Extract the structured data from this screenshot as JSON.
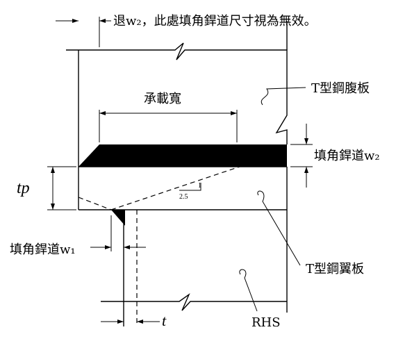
{
  "labels": {
    "setback_note": "退w₂，此處填角銲道尺寸視為無效。",
    "bearing_width": "承載寬",
    "t_web": "T型鋼腹板",
    "fillet_weld_w2": "填角銲道w₂",
    "fillet_weld_w1": "填角銲道w₁",
    "t_flange": "T型鋼翼板",
    "rhs": "RHS",
    "tp": "tp",
    "t": "t",
    "slope_run": "2.5",
    "slope_rise": "1"
  }
}
